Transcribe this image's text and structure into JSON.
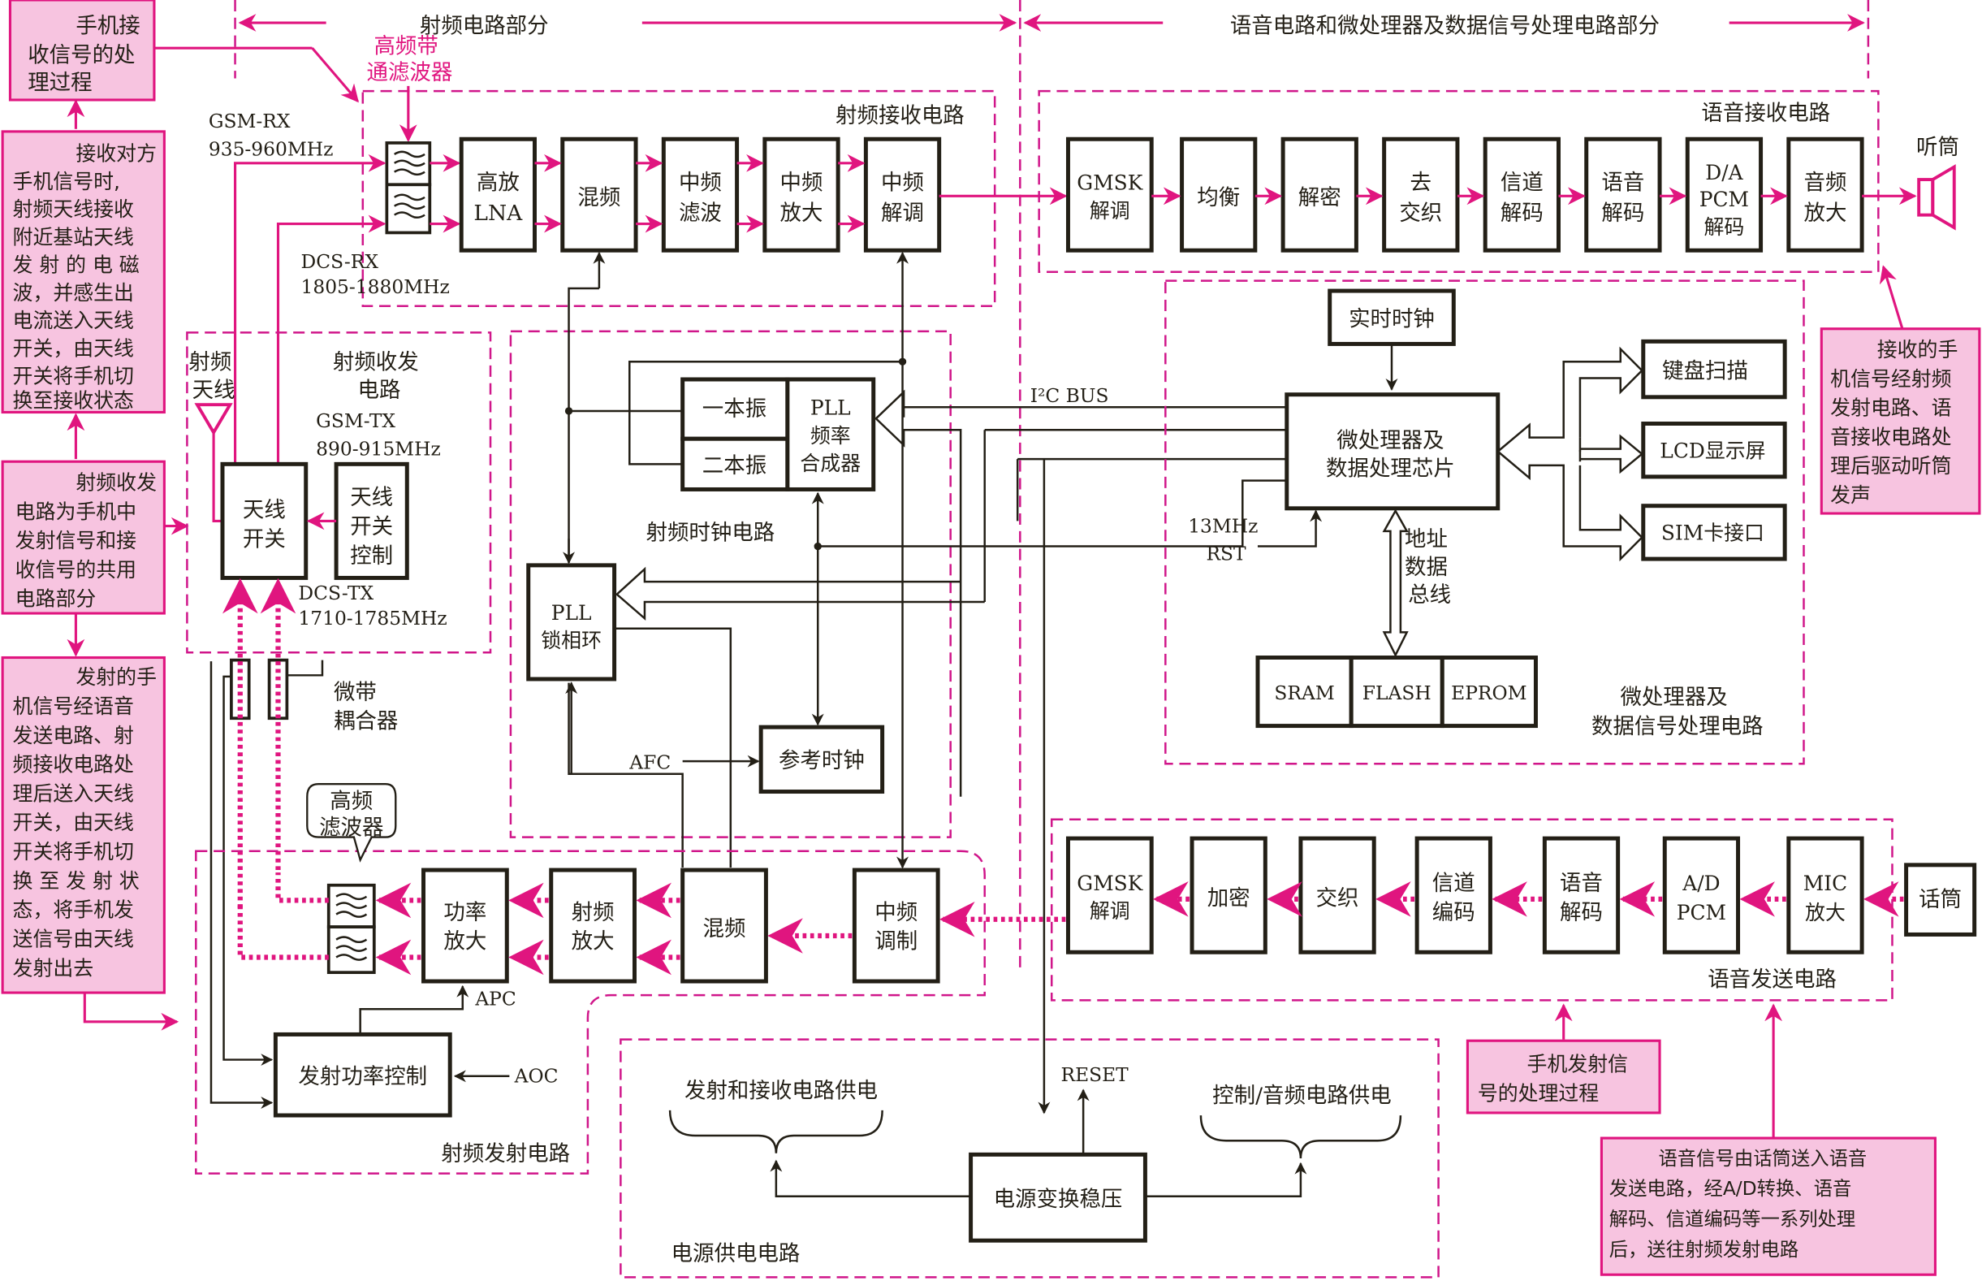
{
  "header": {
    "rf_section": "射频电路部分",
    "baseband_section": "语音电路和微处理器及数据信号处理电路部分"
  },
  "notes": {
    "rx_process": [
      "手机接",
      "收信号的处",
      "理过程"
    ],
    "rx_desc": [
      "接收对方",
      "手机信号时,",
      "射频天线接收",
      "附近基站天线",
      "发 射 的 电 磁",
      "波，并感生出",
      "电流送入天线",
      "开关，由天线",
      "开关将手机切",
      "换至接收状态"
    ],
    "shared_desc": [
      "射频收发",
      "电路为手机中",
      "发射信号和接",
      "收信号的共用",
      "电路部分"
    ],
    "tx_desc": [
      "发射的手",
      "机信号经语音",
      "发送电路、射",
      "频接收电路处",
      "理后送入天线",
      "开关，由天线",
      "开关将手机切",
      "换 至 发 射 状",
      "态，将手机发",
      "送信号由天线",
      "发射出去"
    ],
    "rx_out_desc": [
      "接收的手",
      "机信号经射频",
      "发射电路、语",
      "音接收电路处",
      "理后驱动听筒",
      "发声"
    ],
    "tx_process": [
      "手机发射信",
      "号的处理过程"
    ],
    "voice_tx_desc": [
      "语音信号由话筒送入语音",
      "发送电路，经A/D转换、语音",
      "解码、信道编码等一系列处理",
      "后，送往射频发射电路"
    ]
  },
  "rf_rx": {
    "title": "射频接收电路",
    "bandpass_label": [
      "高频带",
      "通滤波器"
    ],
    "gsm_rx": [
      "GSM-RX",
      "935-960MHz"
    ],
    "dcs_rx": [
      "DCS-RX",
      "1805-1880MHz"
    ],
    "blocks": [
      {
        "id": "lna",
        "lines": [
          "高放",
          "LNA"
        ]
      },
      {
        "id": "mixer",
        "lines": [
          "混频"
        ]
      },
      {
        "id": "if_filter",
        "lines": [
          "中频",
          "滤波"
        ]
      },
      {
        "id": "if_amp",
        "lines": [
          "中频",
          "放大"
        ]
      },
      {
        "id": "if_demod",
        "lines": [
          "中频",
          "解调"
        ]
      }
    ]
  },
  "voice_rx": {
    "title": "语音接收电路",
    "speaker_label": "听筒",
    "blocks": [
      {
        "id": "gmsk_demod",
        "lines": [
          "GMSK",
          "解调"
        ]
      },
      {
        "id": "equalize",
        "lines": [
          "均衡"
        ]
      },
      {
        "id": "decrypt",
        "lines": [
          "解密"
        ]
      },
      {
        "id": "deinterleave",
        "lines": [
          "去",
          "交织"
        ]
      },
      {
        "id": "channel_decode",
        "lines": [
          "信道",
          "解码"
        ]
      },
      {
        "id": "speech_decode",
        "lines": [
          "语音",
          "解码"
        ]
      },
      {
        "id": "da_pcm",
        "lines": [
          "D/A",
          "PCM",
          "解码"
        ]
      },
      {
        "id": "audio_amp",
        "lines": [
          "音频",
          "放大"
        ]
      }
    ]
  },
  "transceiver": {
    "title": [
      "射频收发",
      "电路"
    ],
    "antenna_label": [
      "射频",
      "天线"
    ],
    "gsm_tx": [
      "GSM-TX",
      "890-915MHz"
    ],
    "dcs_tx": [
      "DCS-TX",
      "1710-1785MHz"
    ],
    "switch": [
      "天线",
      "开关"
    ],
    "switch_ctrl": [
      "天线",
      "开关",
      "控制"
    ],
    "coupler_label": [
      "微带",
      "耦合器"
    ]
  },
  "rf_clock": {
    "title": "射频时钟电路",
    "lo1": "一本振",
    "lo2": "二本振",
    "synth": [
      "PLL",
      "频率",
      "合成器"
    ],
    "pll": [
      "PLL",
      "锁相环"
    ],
    "ref_clock": "参考时钟",
    "afc": "AFC"
  },
  "mcu": {
    "title": [
      "微处理器及",
      "数据信号处理电路"
    ],
    "rtc": "实时时钟",
    "chip": [
      "微处理器及",
      "数据处理芯片"
    ],
    "i2c": "I²C BUS",
    "clk": [
      "13MHz",
      "RST"
    ],
    "bus_label": [
      "地址",
      "数据",
      "总线"
    ],
    "memory": [
      "SRAM",
      "FLASH",
      "EPROM"
    ],
    "peripherals": [
      "键盘扫描",
      "LCD显示屏",
      "SIM卡接口"
    ]
  },
  "rf_tx": {
    "title": "射频发射电路",
    "hf_filter_label": [
      "高频",
      "滤波器"
    ],
    "pa": [
      "功率",
      "放大"
    ],
    "rf_amp": [
      "射频",
      "放大"
    ],
    "mixer": [
      "混频"
    ],
    "if_mod": [
      "中频",
      "调制"
    ],
    "apc": "APC",
    "aoc": "AOC",
    "power_ctrl": "发射功率控制"
  },
  "voice_tx": {
    "title": "语音发送电路",
    "mic_label": "话筒",
    "blocks": [
      {
        "id": "gmsk_mod",
        "lines": [
          "GMSK",
          "解调"
        ]
      },
      {
        "id": "encrypt",
        "lines": [
          "加密"
        ]
      },
      {
        "id": "interleave",
        "lines": [
          "交织"
        ]
      },
      {
        "id": "channel_encode",
        "lines": [
          "信道",
          "编码"
        ]
      },
      {
        "id": "speech_encode",
        "lines": [
          "语音",
          "解码"
        ]
      },
      {
        "id": "ad_pcm",
        "lines": [
          "A/D",
          "PCM"
        ]
      },
      {
        "id": "mic_amp",
        "lines": [
          "MIC",
          "放大"
        ]
      }
    ]
  },
  "power": {
    "title": "电源供电电路",
    "regulator": "电源变换稳压",
    "reset": "RESET",
    "rf_supply": "发射和接收电路供电",
    "ctrl_supply": "控制/音频电路供电"
  },
  "colors": {
    "accent": "#e0157f",
    "note_fill": "#f7c4e0",
    "ink": "#231f16"
  }
}
